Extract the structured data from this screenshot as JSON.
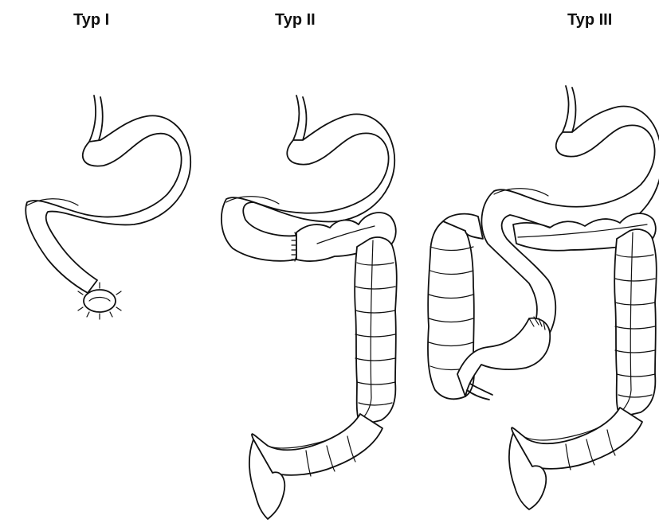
{
  "labels": {
    "type1": "Typ I",
    "type2": "Typ II",
    "type3": "Typ III"
  },
  "colors": {
    "ink": "#111111",
    "background": "#ffffff"
  }
}
